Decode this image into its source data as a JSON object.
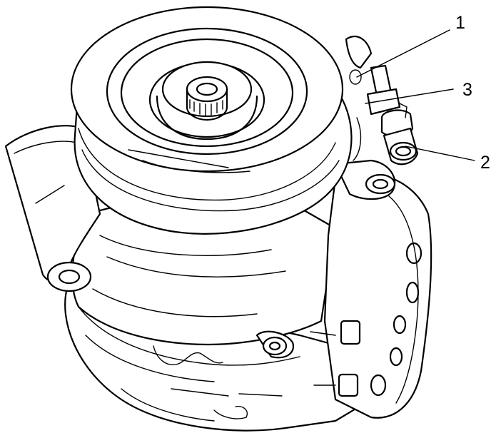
{
  "callouts": [
    {
      "label": "1"
    },
    {
      "label": "3"
    },
    {
      "label": "2"
    }
  ]
}
